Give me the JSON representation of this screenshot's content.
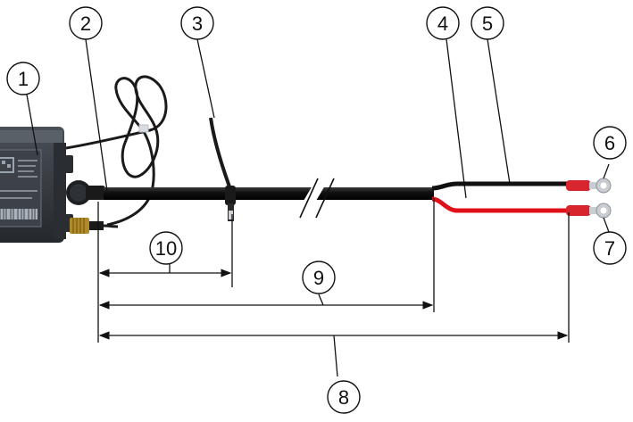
{
  "callouts": [
    "1",
    "2",
    "3",
    "4",
    "5",
    "6",
    "7",
    "8",
    "9",
    "10"
  ],
  "colors": {
    "cable": "#111111",
    "positive_wire": "#e0101a",
    "negative_wire": "#111111",
    "ring_terminal_insulation": "#d8262f",
    "ring_terminal_metal": "#c9ccd0",
    "device_body": "#2f3338",
    "dimension_line": "#111111"
  },
  "icons": {
    "device": "gps-tracker-unit-icon",
    "ring_terminal": "ring-terminal-icon",
    "break_mark": "cable-break-icon",
    "antenna": "antenna-connector-icon"
  }
}
